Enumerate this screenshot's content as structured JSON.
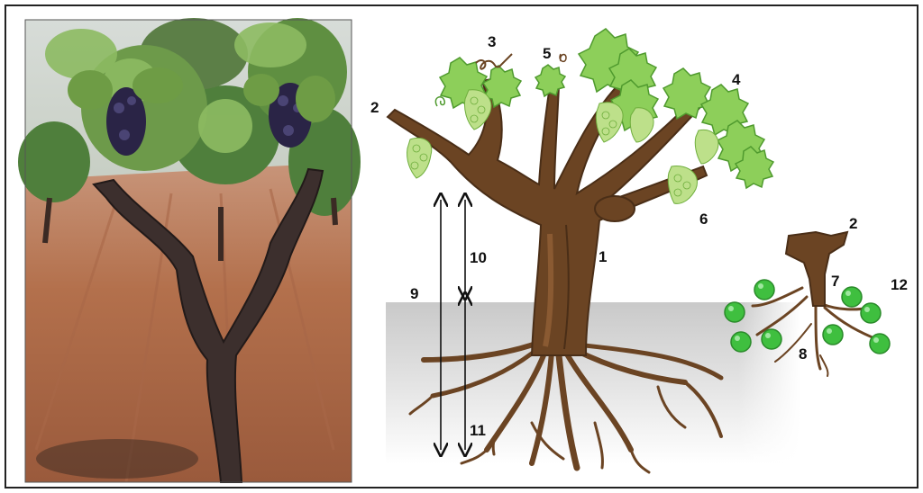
{
  "labels": {
    "n1": "1",
    "n2": "2",
    "n3": "3",
    "n4": "4",
    "n5": "5",
    "n6": "6",
    "n7": "7",
    "n8": "8",
    "n9": "9",
    "n10": "10",
    "n11": "11",
    "n12": "12",
    "n2b": "2"
  },
  "colors": {
    "wood": "#6b4423",
    "wood_dark": "#4a2e17",
    "leaf": "#8dcf5a",
    "leaf_dark": "#4f9a2e",
    "grape_cluster": "#bde08a",
    "berry": "#3fbf3f",
    "soil_shade": "#d7d7d7",
    "photo_soil": "#b0714e",
    "photo_sky": "#e9ecef",
    "grapes_dark": "#2a2446"
  }
}
